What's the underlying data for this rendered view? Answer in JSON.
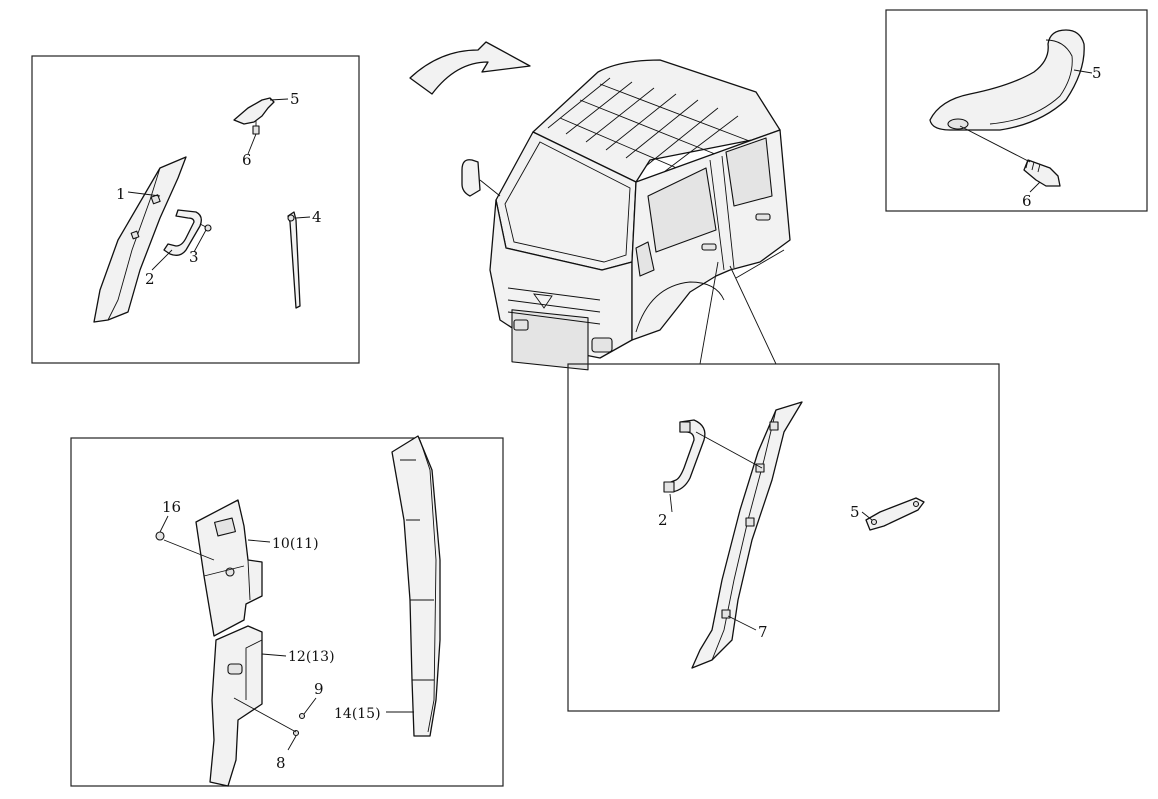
{
  "callouts": {
    "p1": {
      "c1": "1",
      "c2": "2",
      "c3": "3",
      "c4": "4",
      "c5": "5",
      "c6": "6"
    },
    "p2": {
      "c5": "5",
      "c6": "6"
    },
    "p3": {
      "c16": "16",
      "c10": "10(11)",
      "c12": "12(13)",
      "c9": "9",
      "c8": "8",
      "c14": "14(15)"
    },
    "p4": {
      "c2": "2",
      "c5": "5",
      "c7": "7"
    }
  },
  "colors": {
    "ink": "#111111",
    "part_fill": "#f2f2f2",
    "background": "#ffffff"
  }
}
